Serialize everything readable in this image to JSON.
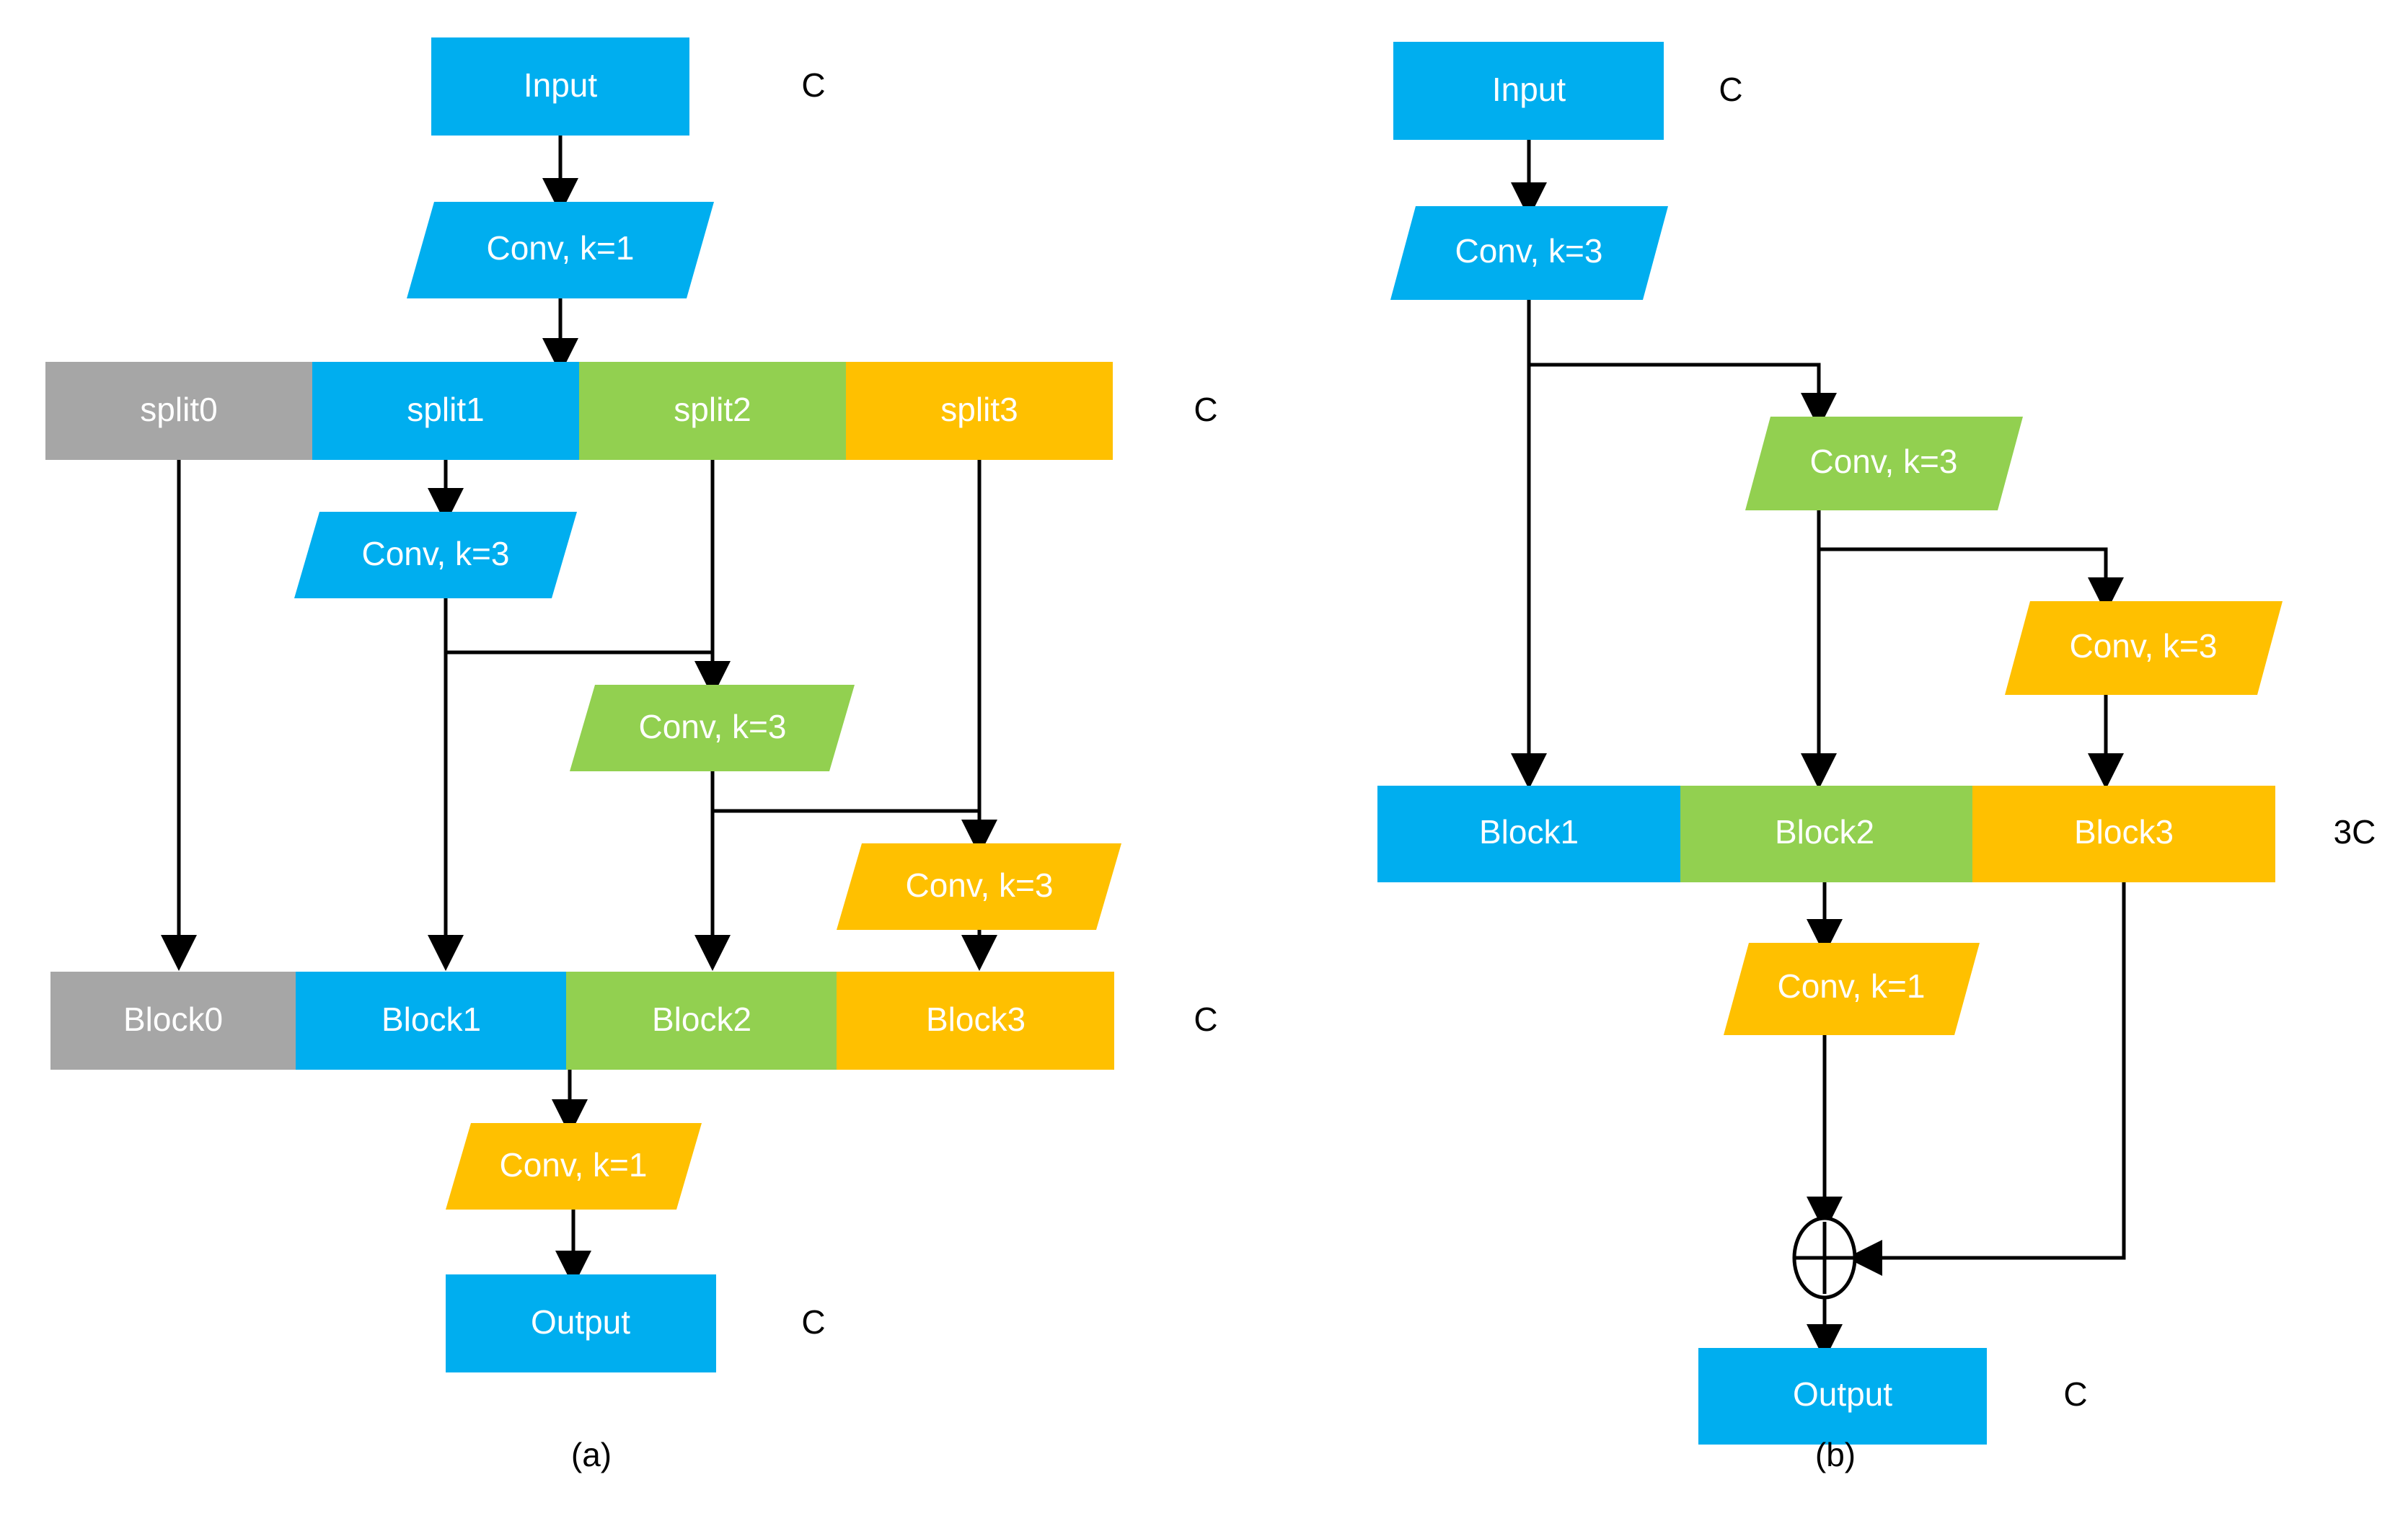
{
  "figure": {
    "background": "#ffffff",
    "panels": [
      {
        "id": "a",
        "caption": "(a)"
      },
      {
        "id": "b",
        "caption": "(b)"
      }
    ]
  },
  "colors": {
    "blue": "#00AEEF",
    "green": "#92D050",
    "orange": "#FFC000",
    "gray": "#A6A6A6",
    "line": "#000000",
    "text_on_shape": "#FFFFFF",
    "text_plain": "#000000"
  },
  "panel_a": {
    "caption": "(a)",
    "input": {
      "label": "Input",
      "channels": "C"
    },
    "stem_conv": {
      "label": "Conv, k=1"
    },
    "split_row": {
      "channels": "C",
      "cells": [
        {
          "label": "split0",
          "color": "gray"
        },
        {
          "label": "split1",
          "color": "blue"
        },
        {
          "label": "split2",
          "color": "green"
        },
        {
          "label": "split3",
          "color": "orange"
        }
      ]
    },
    "branch_convs": [
      {
        "label": "Conv, k=3",
        "color": "blue"
      },
      {
        "label": "Conv, k=3",
        "color": "green"
      },
      {
        "label": "Conv, k=3",
        "color": "orange"
      }
    ],
    "block_row": {
      "channels": "C",
      "cells": [
        {
          "label": "Block0",
          "color": "gray"
        },
        {
          "label": "Block1",
          "color": "blue"
        },
        {
          "label": "Block2",
          "color": "green"
        },
        {
          "label": "Block3",
          "color": "orange"
        }
      ]
    },
    "tail_conv": {
      "label": "Conv, k=1",
      "color": "orange"
    },
    "output": {
      "label": "Output",
      "channels": "C"
    }
  },
  "panel_b": {
    "caption": "(b)",
    "input": {
      "label": "Input",
      "channels": "C"
    },
    "stem_conv": {
      "label": "Conv, k=3",
      "color": "blue"
    },
    "branch_convs": [
      {
        "label": "Conv, k=3",
        "color": "green"
      },
      {
        "label": "Conv, k=3",
        "color": "orange"
      }
    ],
    "block_row": {
      "channels": "3C",
      "cells": [
        {
          "label": "Block1",
          "color": "blue"
        },
        {
          "label": "Block2",
          "color": "green"
        },
        {
          "label": "Block3",
          "color": "orange"
        }
      ]
    },
    "tail_conv": {
      "label": "Conv, k=1",
      "color": "orange"
    },
    "sum_node": {
      "symbol": "+"
    },
    "output": {
      "label": "Output",
      "channels": "C"
    }
  }
}
